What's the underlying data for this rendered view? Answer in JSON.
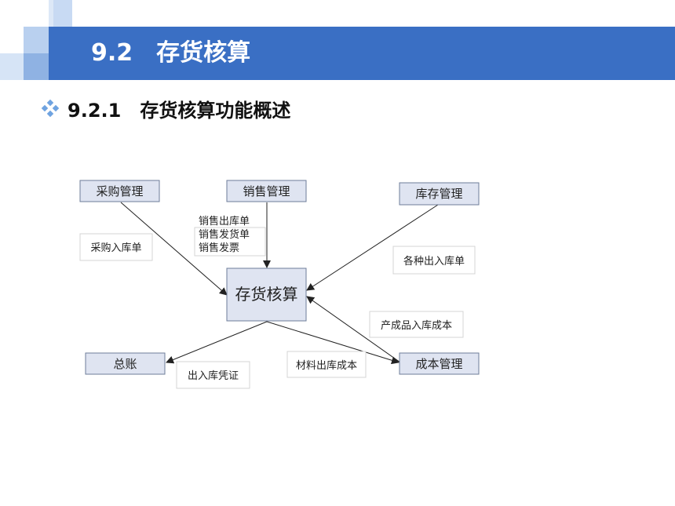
{
  "header": {
    "title": "9.2　存货核算"
  },
  "section": {
    "subtitle": "9.2.1　存货核算功能概述"
  },
  "diagram": {
    "center": "存货核算",
    "modules": {
      "purchase": "采购管理",
      "sales": "销售管理",
      "warehouse": "库存管理",
      "ledger": "总账",
      "cost": "成本管理"
    },
    "labels": {
      "purchase_in": "采购入库单",
      "sales_docs": [
        "销售出库单",
        "销售发货单",
        "销售发票"
      ],
      "all_inout": "各种出入库单",
      "finished_cost": "产成品入库成本",
      "material_cost": "材料出库成本",
      "voucher": "出入库凭证"
    }
  },
  "colors": {
    "header_blue": "#3a6fc4",
    "deco_light": "#b9d0ef",
    "deco_mid": "#8fb2e3",
    "node_fill": "#dfe4f1",
    "node_stroke": "#6e7d99"
  }
}
